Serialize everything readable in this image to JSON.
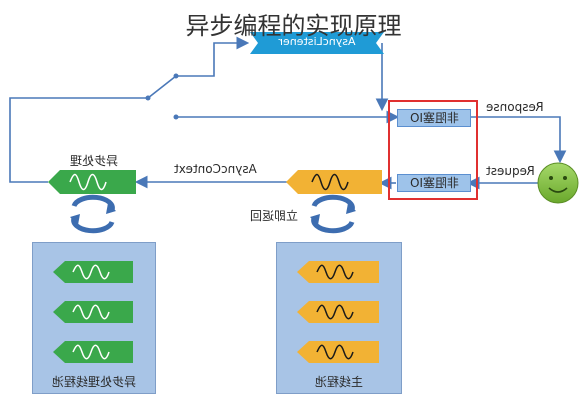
{
  "title": "异步编程的实现原理",
  "labels": {
    "async_listener": "AsyncListener",
    "response": "Response",
    "request": "Request",
    "async_context": "AsyncContext",
    "async_processing": "异步处理",
    "return_immediately": "立即返回",
    "nonblocking_io_top": "非阻塞IO",
    "nonblocking_io_bottom": "非阻塞IO",
    "async_pool_caption": "异步处理线程池",
    "main_pool_caption": "主线程池"
  },
  "colors": {
    "green_chevron": "#3aa84b",
    "orange_chevron": "#f2b234",
    "blue_chevron": "#1f9bd6",
    "line_blue": "#4a78b8",
    "io_box": "#9ec3ea",
    "highlight_red": "#e03030",
    "pool_fill": "#a8c4e6",
    "smiley": "#86c540",
    "cycle_arrow": "#3d6db0"
  },
  "icons": {
    "client": "smiley-face-icon",
    "cycle": "cycle-arrows-icon",
    "thread": "wave-chevron-icon"
  }
}
